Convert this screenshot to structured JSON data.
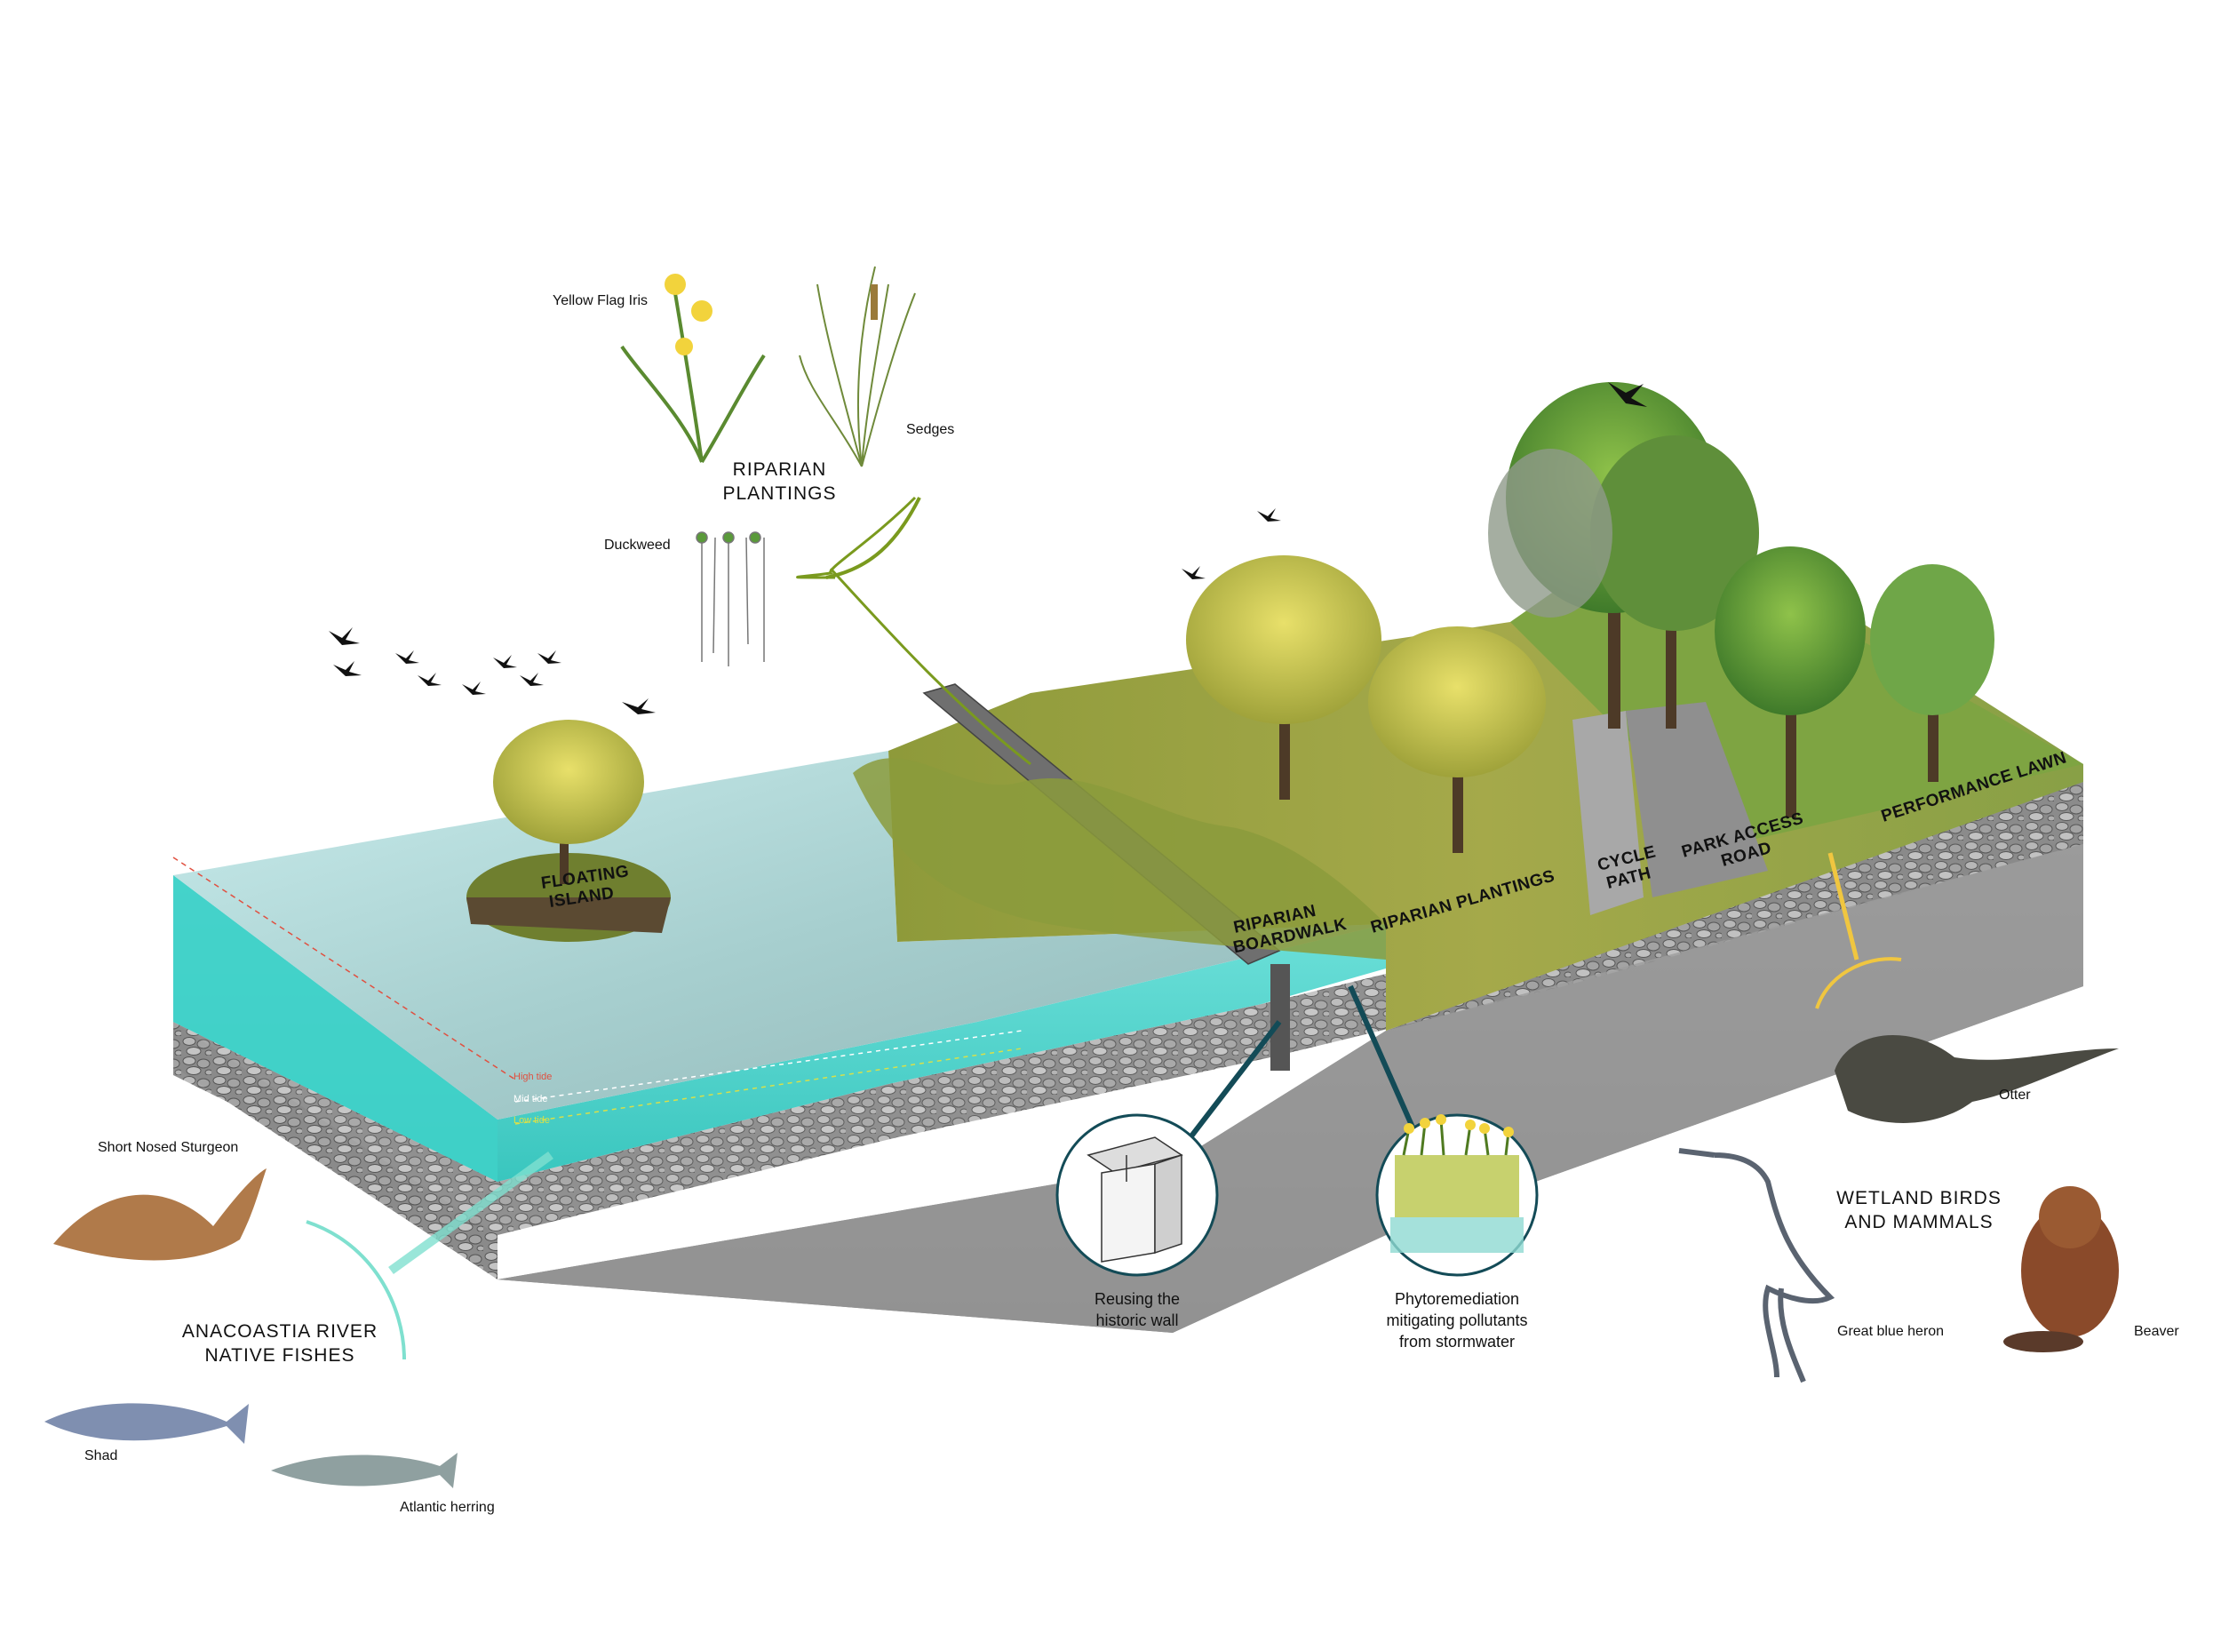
{
  "plants": {
    "heading": [
      "RIPARIAN",
      "PLANTINGS"
    ],
    "items": [
      "Yellow Flag Iris",
      "Sedges",
      "Duckweed"
    ]
  },
  "fishes": {
    "heading": [
      "ANACOASTIA RIVER",
      "NATIVE FISHES"
    ],
    "items": [
      "Short Nosed Sturgeon",
      "Shad",
      "Atlantic herring"
    ]
  },
  "wildlife": {
    "heading": [
      "WETLAND BIRDS",
      "AND MAMMALS"
    ],
    "items": [
      "Otter",
      "Great blue heron",
      "Beaver"
    ]
  },
  "callouts": {
    "wall": [
      "Reusing the",
      "historic wall"
    ],
    "phyto": [
      "Phytoremediation",
      "mitigating pollutants",
      "from stormwater"
    ]
  },
  "zones": {
    "floating_island": [
      "FLOATING",
      "ISLAND"
    ],
    "boardwalk": [
      "RIPARIAN",
      "BOARDWALK"
    ],
    "riparian_plantings": "RIPARIAN PLANTINGS",
    "cycle_path": [
      "CYCLE",
      "PATH"
    ],
    "park_access_road": [
      "PARK ACCESS",
      "ROAD"
    ],
    "performance_lawn": "PERFORMANCE LAWN"
  },
  "tides": {
    "high": "High tide",
    "mid": "Mid tide",
    "low": "Low tide"
  },
  "colors": {
    "water": "#5fd6cf",
    "plant_accent": "#7a9a1e",
    "fish_accent": "#7fe0cf",
    "wildlife_accent": "#f0c640",
    "callout_accent": "#134b57"
  }
}
